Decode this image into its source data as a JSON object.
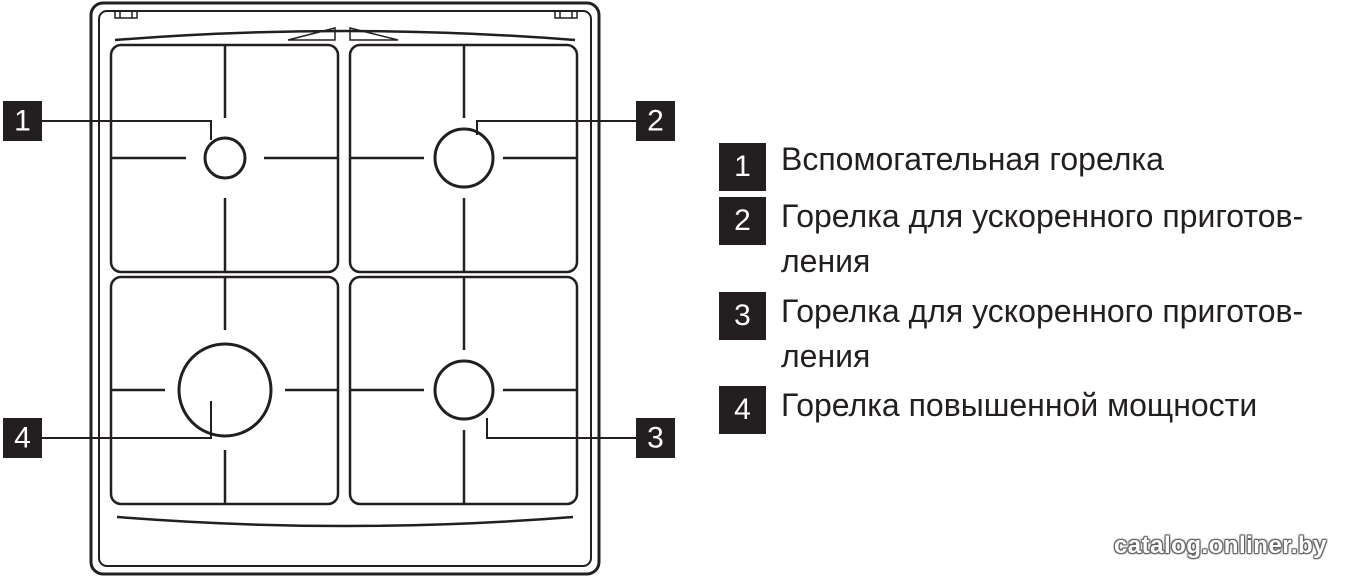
{
  "callouts": [
    {
      "number": "1",
      "description": "Вспомогательная горелка"
    },
    {
      "number": "2",
      "description": "Горелка для ускоренного приготов-ления"
    },
    {
      "number": "3",
      "description": "Горелка для ускоренного приготов-ления"
    },
    {
      "number": "4",
      "description": "Горелка повышенной мощности"
    }
  ],
  "legend_lines": [
    {
      "number": "1",
      "lines": [
        "Вспомогательная горелка"
      ]
    },
    {
      "number": "2",
      "lines": [
        "Горелка для ускоренного приготов-",
        "ления"
      ]
    },
    {
      "number": "3",
      "lines": [
        "Горелка для ускоренного приготов-",
        "ления"
      ]
    },
    {
      "number": "4",
      "lines": [
        "Горелка повышенной мощности"
      ]
    }
  ],
  "watermark": "catalog.onliner.by"
}
